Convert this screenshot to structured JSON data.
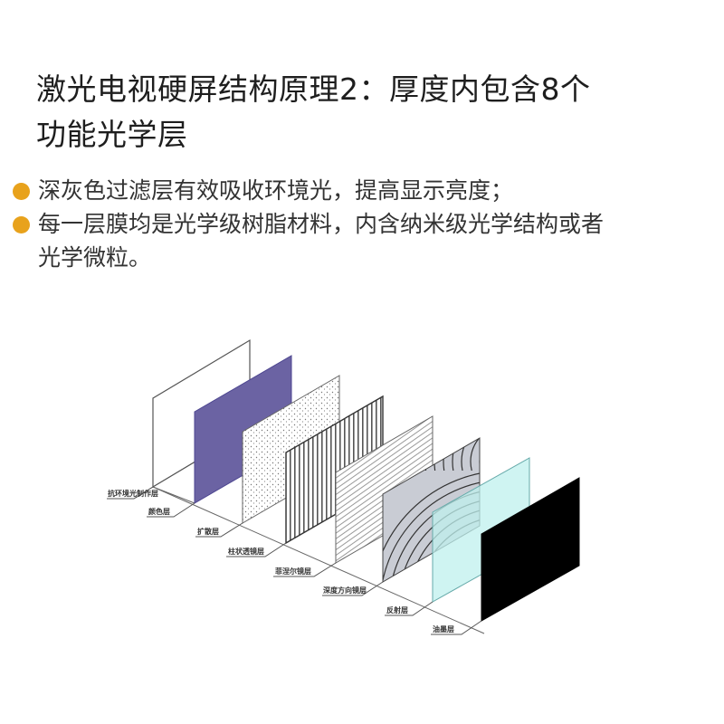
{
  "title": {
    "line1": "激光电视硬屏结构原理2：厚度内包含8个",
    "line2": "功能光学层"
  },
  "bullets": [
    {
      "text": "深灰色过滤层有效吸收环境光，提高显示亮度；"
    },
    {
      "text": "每一层膜均是光学级树脂材料，内含纳米级光学结构或者",
      "cont": "光学微粒。"
    }
  ],
  "colors": {
    "bullet": "#e8a21c",
    "purple_layer": "#6b63a3",
    "cyan_layer": "#bff0ee",
    "black_layer": "#000000",
    "outline": "#555555"
  },
  "diagram": {
    "layers": [
      {
        "label": "抗环境光制作层",
        "pattern": "blank"
      },
      {
        "label": "颜色层",
        "pattern": "solid-purple"
      },
      {
        "label": "扩散层",
        "pattern": "dots"
      },
      {
        "label": "柱状透镜层",
        "pattern": "vertical-stripes"
      },
      {
        "label": "菲涅尔镜层",
        "pattern": "diagonal-lines"
      },
      {
        "label": "深度方向镜层",
        "pattern": "concentric-rings"
      },
      {
        "label": "反射层",
        "pattern": "cyan-translucent"
      },
      {
        "label": "油墨层",
        "pattern": "solid-black"
      }
    ]
  }
}
